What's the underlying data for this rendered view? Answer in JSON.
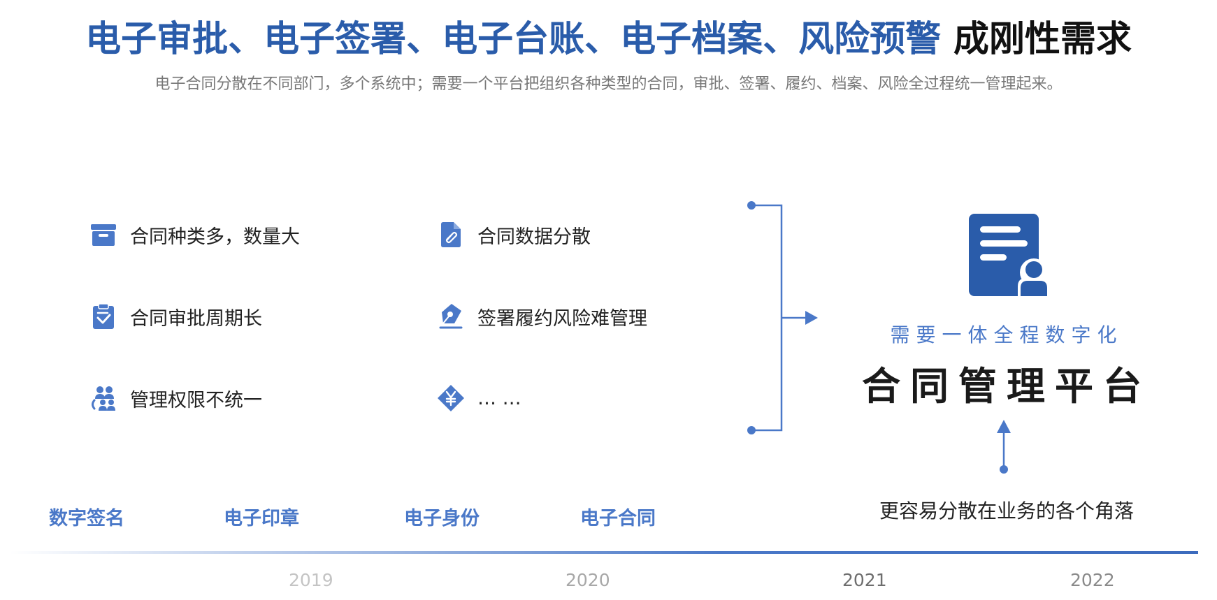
{
  "header": {
    "title_blue": "电子审批、电子签署、电子台账、电子档案、风险预警",
    "title_black": "成刚性需求",
    "subtitle": "电子合同分散在不同部门，多个系统中；需要一个平台把组织各种类型的合同，审批、签署、履约、档案、风险全过程统一管理起来。"
  },
  "problems": [
    {
      "label": "合同种类多，数量大",
      "icon": "archive-box-icon"
    },
    {
      "label": "合同数据分散",
      "icon": "file-attachment-icon"
    },
    {
      "label": "合同审批周期长",
      "icon": "clipboard-check-icon"
    },
    {
      "label": "签署履约风险难管理",
      "icon": "pen-nib-sign-icon"
    },
    {
      "label": "管理权限不统一",
      "icon": "user-group-icon"
    },
    {
      "label": "… …",
      "icon": "yuan-diamond-icon"
    }
  ],
  "platform": {
    "subtitle": "需要一体全程数字化",
    "title": "合同管理平台",
    "icon": "document-user-icon",
    "note": "更容易分散在业务的各个角落"
  },
  "tags": [
    "数字签名",
    "电子印章",
    "电子身份",
    "电子合同"
  ],
  "years": [
    "2019",
    "2020",
    "2021",
    "2022"
  ],
  "colors": {
    "accent": "#4a78c8",
    "title_blue": "#2a5caa",
    "icon_blue": "#4a78c8"
  }
}
